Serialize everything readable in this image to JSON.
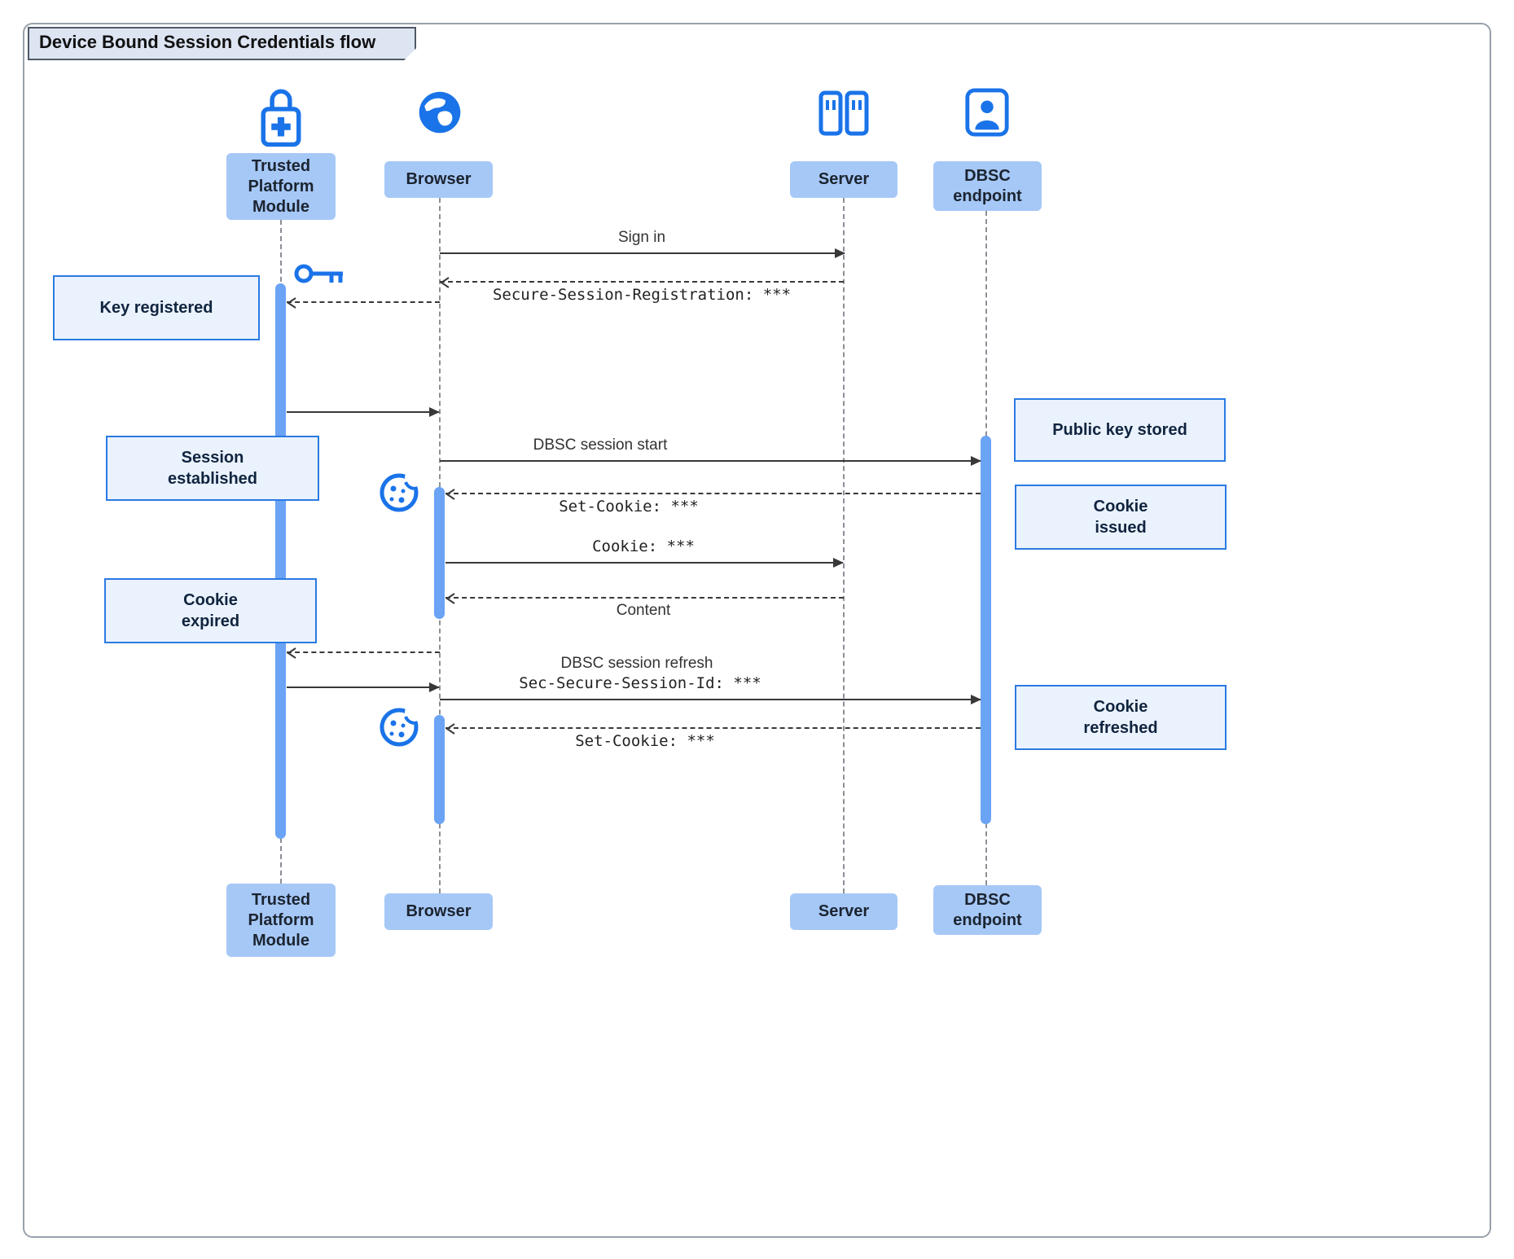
{
  "title": "Device Bound Session Credentials flow",
  "colors": {
    "accent": "#1a73e8",
    "participant_fill": "#a6c8f7",
    "note_fill": "#eaf2fe",
    "note_border": "#2a7ae2",
    "activation_bar": "#6ba3f5",
    "arrow": "#383838"
  },
  "participants": {
    "tpm": {
      "label": "Trusted\nPlatform\nModule",
      "icon": "padlock-plus-icon"
    },
    "browser": {
      "label": "Browser",
      "icon": "globe-icon"
    },
    "server": {
      "label": "Server",
      "icon": "server-rack-icon"
    },
    "dbsc": {
      "label": "DBSC\nendpoint",
      "icon": "id-badge-icon"
    }
  },
  "messages": {
    "sign_in": "Sign in",
    "secure_session_registration": "Secure-Session-Registration: ***",
    "dbsc_session_start": "DBSC session start",
    "set_cookie_issue": "Set-Cookie: ***",
    "cookie": "Cookie: ***",
    "content": "Content",
    "dbsc_session_refresh": "DBSC session refresh",
    "sec_secure_session_id": "Sec-Secure-Session-Id: ***",
    "set_cookie_refresh": "Set-Cookie: ***"
  },
  "notes": {
    "key_registered": "Key registered",
    "session_established": "Session\nestablished",
    "cookie_expired": "Cookie\nexpired",
    "public_key_stored": "Public key stored",
    "cookie_issued": "Cookie\nissued",
    "cookie_refreshed": "Cookie\nrefreshed"
  },
  "inline_icons": {
    "key": "key-icon",
    "cookie_1": "cookie-icon",
    "cookie_2": "cookie-icon"
  }
}
